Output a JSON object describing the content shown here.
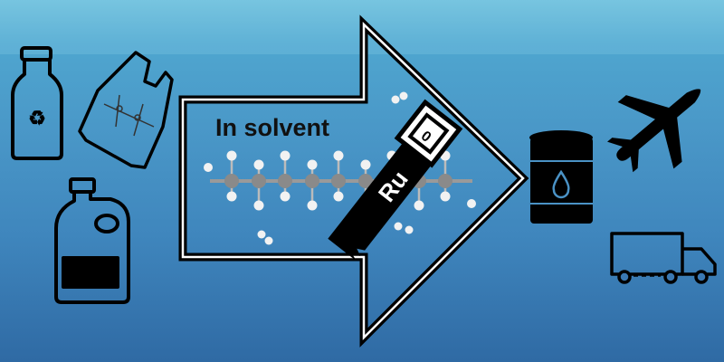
{
  "diagram": {
    "process_label": "In solvent",
    "catalyst_label": "Ru",
    "catalyst_handle_label": "0",
    "inputs": [
      "recycled-bottle-icon",
      "plastic-bag-icon",
      "plastic-jug-icon"
    ],
    "outputs": [
      "oil-barrel-icon",
      "airplane-icon",
      "truck-icon"
    ],
    "colors": {
      "outline": "#000000",
      "arrow_inner": "#ffffff",
      "carbon": "#8a8a8a",
      "hydrogen": "#f2f2f2"
    }
  }
}
